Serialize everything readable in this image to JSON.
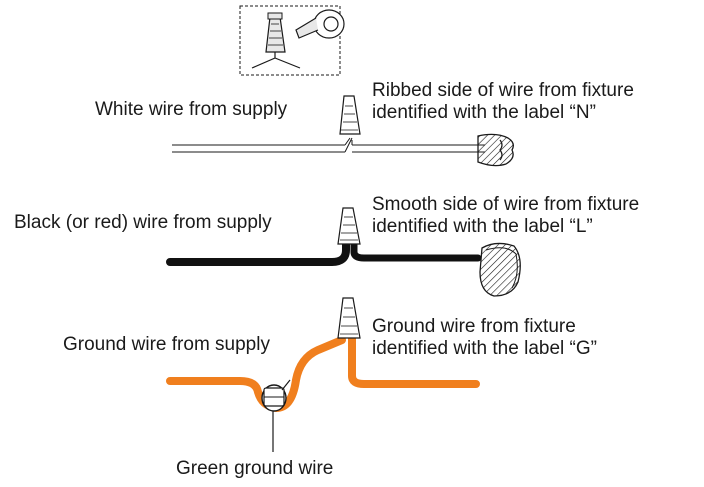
{
  "colors": {
    "ink": "#1a1a1a",
    "ground": "#f07f1e",
    "white_wire": "#ffffff",
    "black_wire": "#111111"
  },
  "labels": {
    "white_supply": "White wire from supply",
    "white_fixture": [
      "Ribbed side of wire from fixture",
      "identified with the label “N”"
    ],
    "black_supply": "Black (or red) wire from supply",
    "black_fixture": [
      "Smooth side of wire from fixture",
      "identified with the label “L”"
    ],
    "ground_supply": "Ground wire from supply",
    "ground_fixture": [
      "Ground wire from fixture",
      "identified with the label “G”"
    ],
    "green_ground": "Green ground wire"
  },
  "icons": [
    "wire-nut-icon",
    "electrical-tape-icon",
    "wire-cross-section-icon",
    "ground-screw-icon"
  ]
}
